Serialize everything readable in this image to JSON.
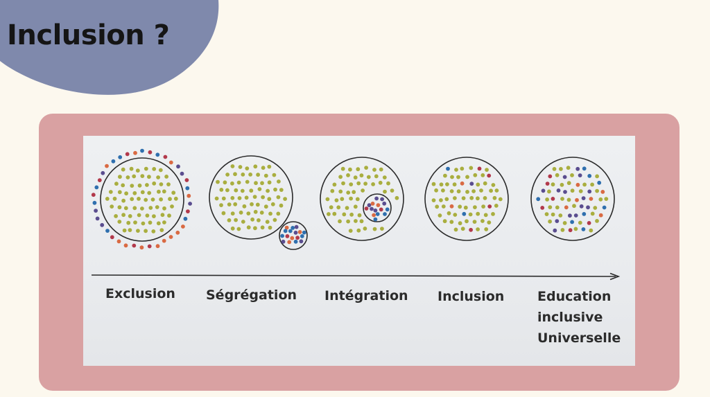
{
  "title": "Inclusion ?",
  "colors": {
    "background": "#fcf8ee",
    "blob": "#7f89ac",
    "frame": "#d9a1a2",
    "majority_dot": "#a9ae3f",
    "minority_dots": [
      "#2f6fae",
      "#b2394b",
      "#d96a43",
      "#5a4d8f"
    ]
  },
  "stages": [
    {
      "name": "exclusion",
      "label_lines": [
        "Exclusion"
      ]
    },
    {
      "name": "segregation",
      "label_lines": [
        "Ségrégation"
      ]
    },
    {
      "name": "integration",
      "label_lines": [
        "Intégration"
      ]
    },
    {
      "name": "inclusion",
      "label_lines": [
        "Inclusion"
      ]
    },
    {
      "name": "education-inclusive-universelle",
      "label_lines": [
        "Education",
        "inclusive",
        "Universelle"
      ]
    }
  ]
}
